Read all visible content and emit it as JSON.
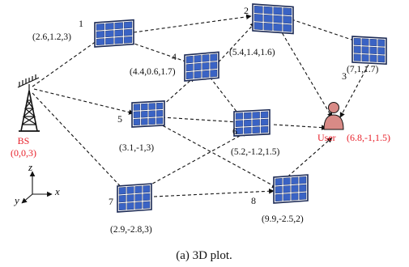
{
  "caption": "(a) 3D plot.",
  "bs": {
    "name": "BS",
    "coords": "(0,0,3)"
  },
  "user": {
    "name": "User",
    "coords": "(6.8,-1,1.5)"
  },
  "axes": {
    "x": "x",
    "y": "y",
    "z": "z"
  },
  "ris": [
    {
      "id": "1",
      "coords": "(2.6,1.2,3)"
    },
    {
      "id": "2",
      "coords": "(5.4,1.4,1.6)"
    },
    {
      "id": "3",
      "coords": "(7,1,1.7)"
    },
    {
      "id": "4",
      "coords": "(4.4,0.6,1.7)"
    },
    {
      "id": "5",
      "coords": "(3.1,-1,3)"
    },
    {
      "id": "6",
      "coords": "(5.2,-1.2,1.5)"
    },
    {
      "id": "7",
      "coords": "(2.9,-2.8,3)"
    },
    {
      "id": "8",
      "coords": "(9.9,-2.5,2)"
    }
  ],
  "colors": {
    "panel": "#3a63c4",
    "panel_frame": "#1c2a55",
    "highlight": "#e8202a",
    "user_icon": "#d88a86"
  }
}
